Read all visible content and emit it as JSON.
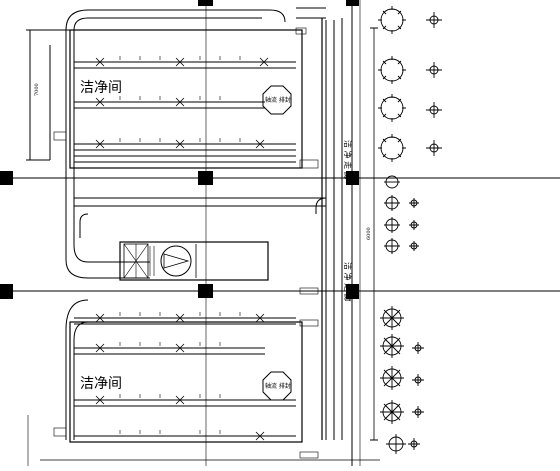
{
  "drawing": {
    "rooms": [
      {
        "name": "洁净间",
        "note": "轴流 排封"
      },
      {
        "name": "洁净间",
        "note": "轴流 排封"
      }
    ],
    "corridor_upper": "洁 净 走 廊",
    "corridor_lower": "洁 净 走 廊",
    "dimension_left": "7000",
    "dimension_right": "6000",
    "line_color": "#000000",
    "background_color": "#ffffff"
  }
}
